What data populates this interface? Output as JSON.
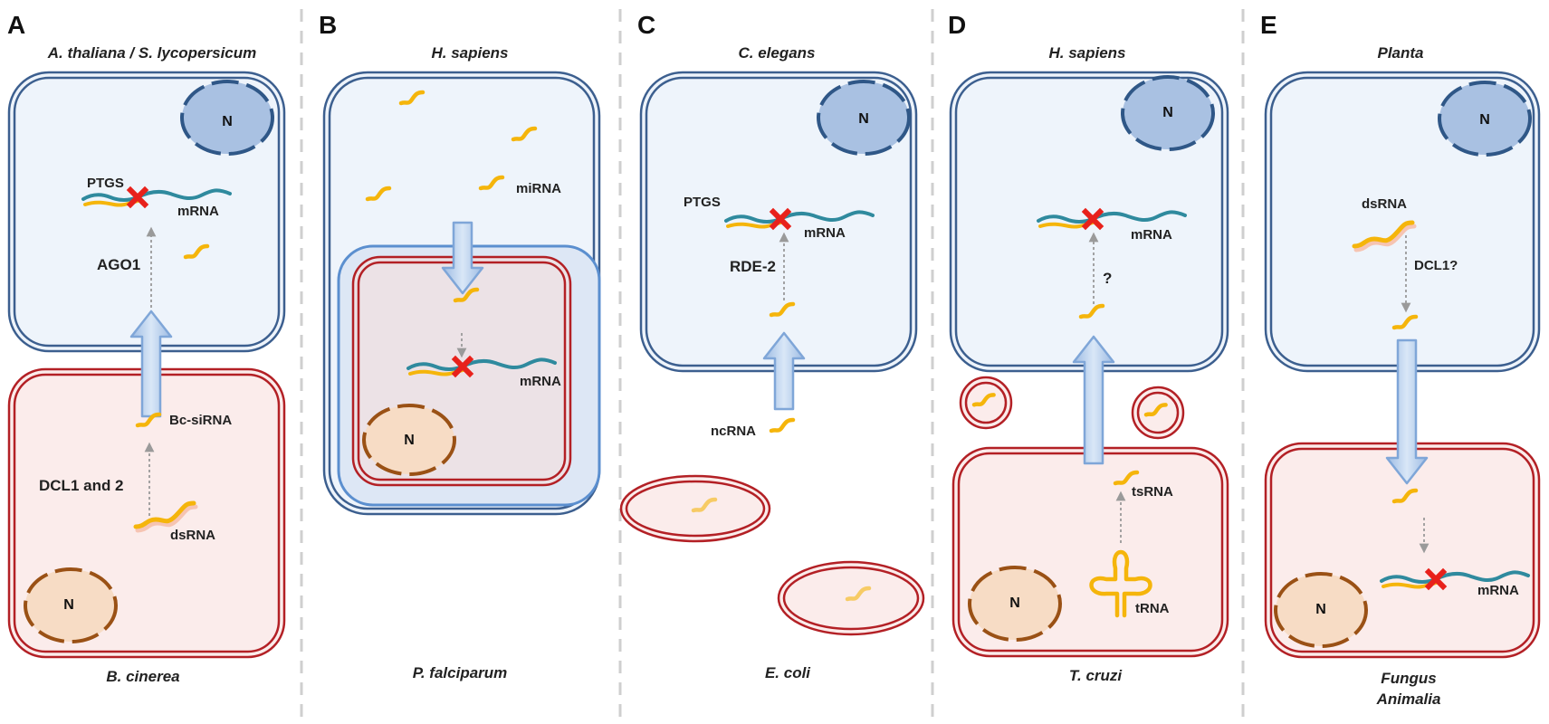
{
  "colors": {
    "host_fill": "#eef4fb",
    "host_stroke": "#3c5f8f",
    "pathogen_fill": "#fbeceb",
    "pathogen_stroke": "#b32025",
    "nucleus_blue": "#a9c1e2",
    "nucleus_blue_stroke": "#2f5787",
    "nucleus_orange": "#f7dcc5",
    "nucleus_orange_stroke": "#9a5115",
    "small_rna": "#f5b50b",
    "mrna": "#2f8a9e",
    "cleavage": "#e8211b",
    "transfer_arrow": "#a9c4e6",
    "process_arrow": "#9a9a9a",
    "divider": "#cccccc"
  },
  "icons": {
    "cleavage": "red-cross-icon",
    "small_rna": "squiggle-rna-icon",
    "trna": "cloverleaf-trna-icon",
    "unknown_step": "question-mark-text"
  },
  "panels": [
    {
      "letter": "A",
      "top_organism": "A. thaliana / S. lycopersicum",
      "bottom_organism": "B. cinerea",
      "labels": {
        "ptgs": "PTGS",
        "mrna": "mRNA",
        "ago": "AGO1",
        "sirna": "Bc-siRNA",
        "dcl": "DCL1 and 2",
        "dsrna": "dsRNA",
        "nucleus_host": "N",
        "nucleus_pathogen": "N"
      }
    },
    {
      "letter": "B",
      "top_organism": "H. sapiens",
      "bottom_organism": "P. falciparum",
      "labels": {
        "mirna": "miRNA",
        "mrna": "mRNA",
        "nucleus": "N"
      }
    },
    {
      "letter": "C",
      "top_organism": "C. elegans",
      "bottom_organism": "E. coli",
      "labels": {
        "ptgs": "PTGS",
        "mrna": "mRNA",
        "rde": "RDE-2",
        "ncrna": "ncRNA",
        "nucleus": "N"
      }
    },
    {
      "letter": "D",
      "top_organism": "H. sapiens",
      "bottom_organism": "T. cruzi",
      "labels": {
        "mrna": "mRNA",
        "question": "?",
        "tsrna": "tsRNA",
        "trna": "tRNA",
        "nucleus_host": "N",
        "nucleus_pathogen": "N"
      }
    },
    {
      "letter": "E",
      "top_organism": "Planta",
      "bottom_organism_1": "Fungus",
      "bottom_organism_2": "Animalia",
      "labels": {
        "dsrna": "dsRNA",
        "dcl": "DCL1?",
        "mrna": "mRNA",
        "nucleus_host": "N",
        "nucleus_pathogen": "N"
      }
    }
  ]
}
